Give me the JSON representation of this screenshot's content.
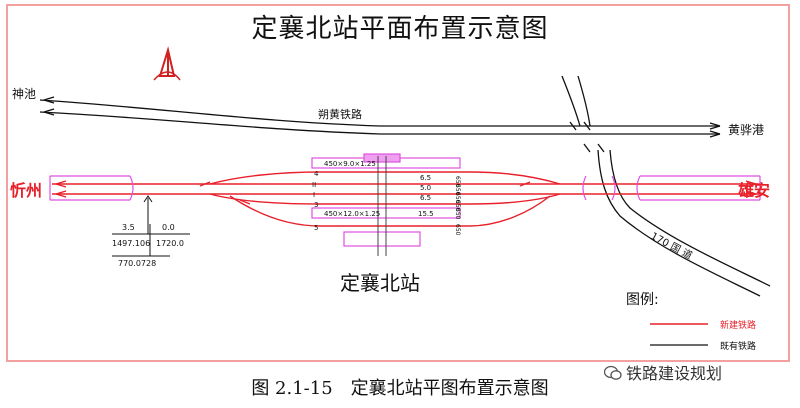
{
  "title": "定襄北站平面布置示意图",
  "caption": {
    "figure_number": "图 2.1-15",
    "text": "定襄北站平图布置示意图"
  },
  "watermark": "铁路建设规划",
  "lines": {
    "shuohuang": "朔黄铁路",
    "shenchi": "神池",
    "huanghua_port": "黄骅港",
    "xinzhou": "忻州",
    "xiongan": "雄安",
    "g170": "170 国 道"
  },
  "station": {
    "name": "定襄北站",
    "platform_upper": "450×9.0×1.25",
    "platform_lower": "450×12.0×1.25",
    "tracks": [
      {
        "number": "4",
        "spacing": "6.5"
      },
      {
        "number": "II",
        "spacing": "5.0"
      },
      {
        "number": "I",
        "spacing": "6.5"
      },
      {
        "number": "3",
        "spacing": "15.5"
      },
      {
        "number": "5",
        "spacing": ""
      }
    ],
    "track_marks": [
      "650",
      "650",
      "650",
      "650",
      "650",
      "650"
    ]
  },
  "elevation": {
    "grade_left": "3.5",
    "grade_right": "0.0",
    "length_left": "1497.106",
    "length_right": "1720.0",
    "mileage": "770.0728"
  },
  "legend": {
    "title": "图例:",
    "new_rail": "新建铁路",
    "existing_rail": "既有铁路"
  },
  "colors": {
    "new_rail": "#e8202a",
    "existing_rail": "#111111",
    "platform": "#e050e0",
    "frame": "#f2a0a0"
  }
}
